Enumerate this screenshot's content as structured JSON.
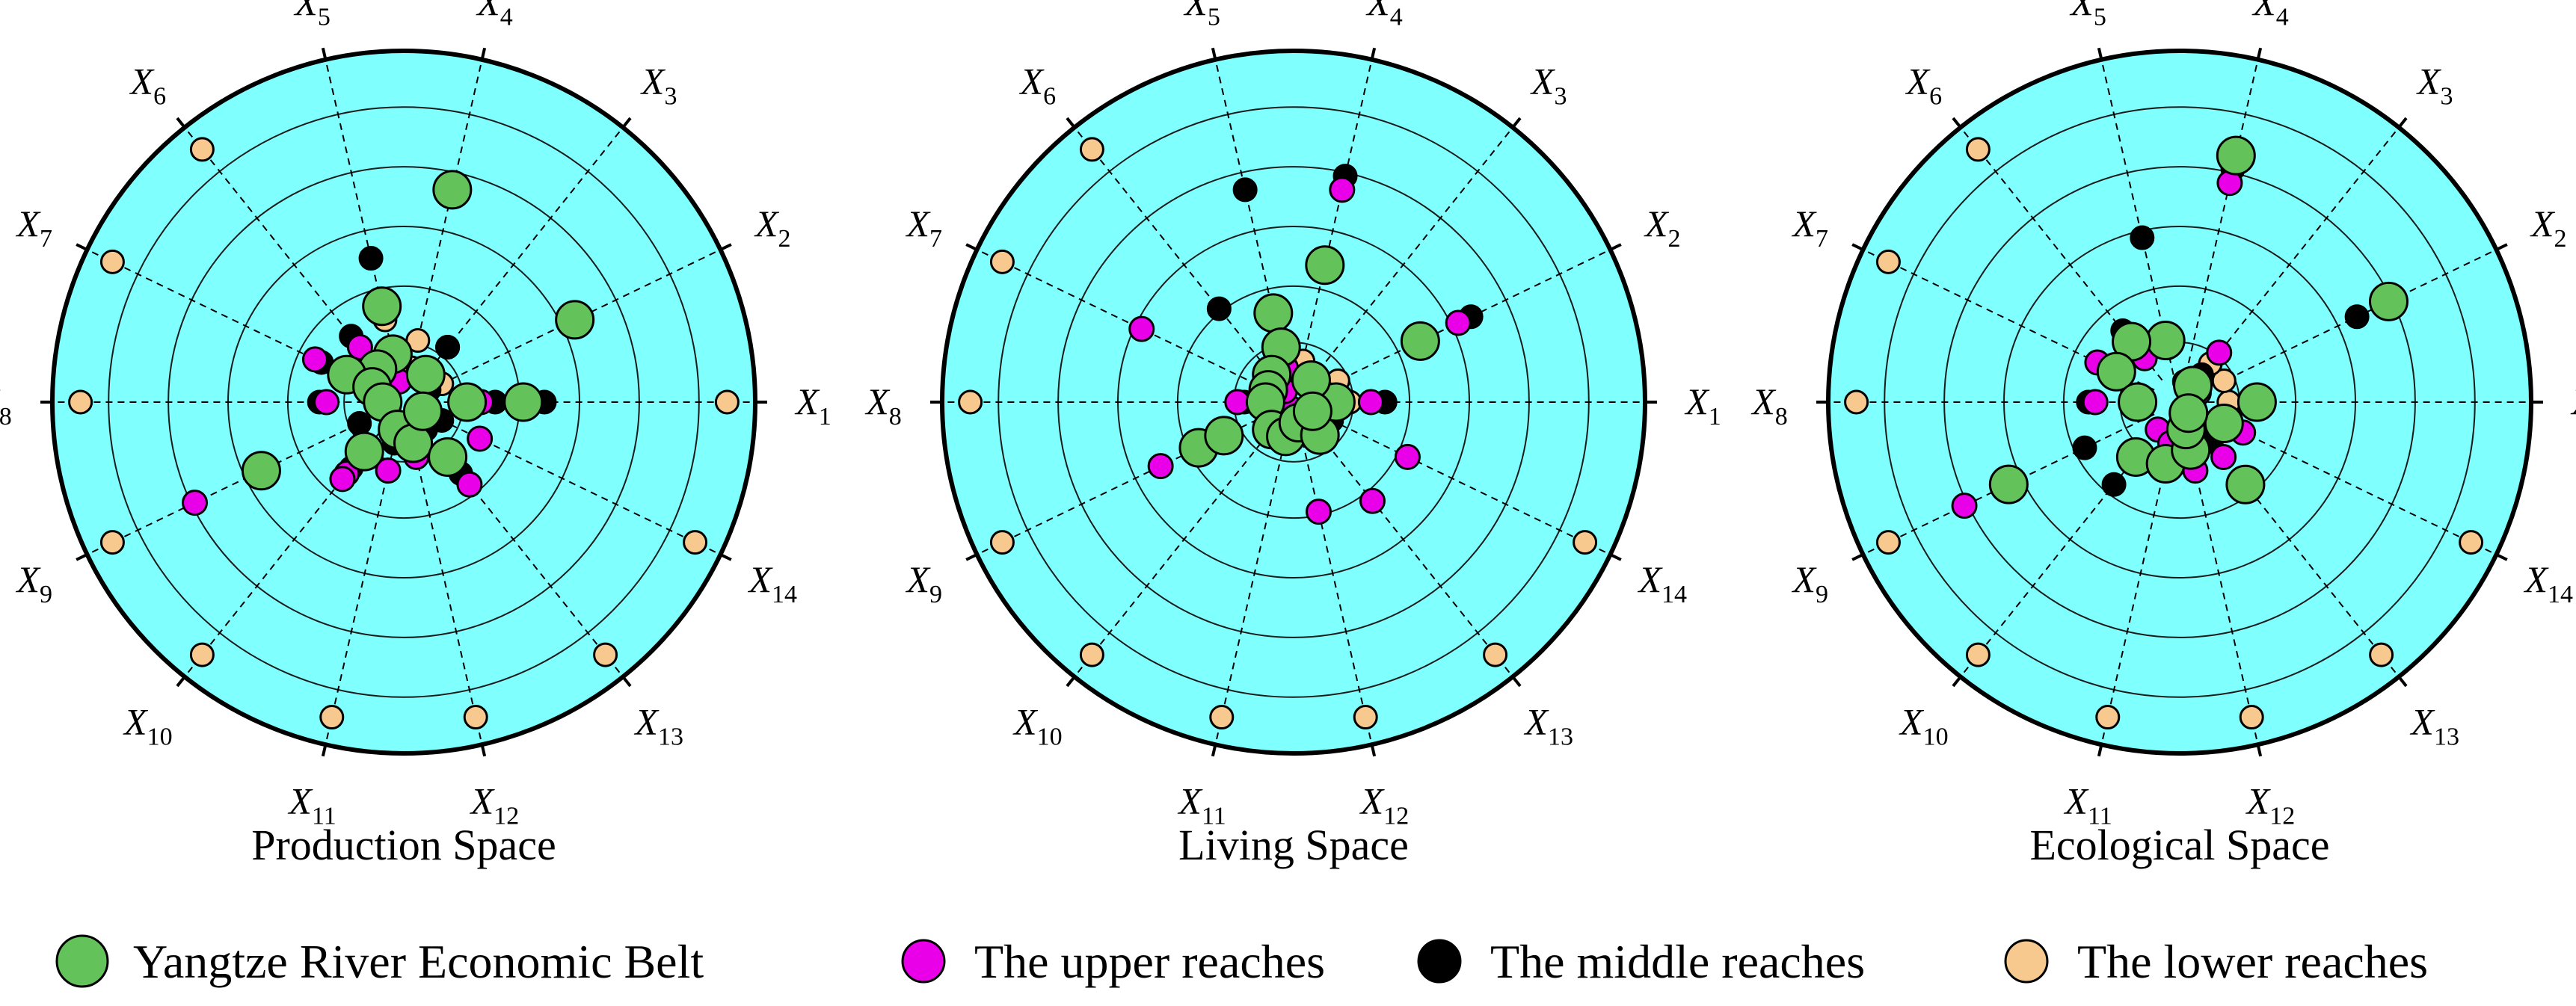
{
  "chart_data": {
    "type": "scatter",
    "coordinate_system": "polar",
    "axis_labels": [
      "X1",
      "X2",
      "X3",
      "X4",
      "X5",
      "X6",
      "X7",
      "X8",
      "X9",
      "X10",
      "X11",
      "X12",
      "X13",
      "X14"
    ],
    "axis_label_base": "X",
    "axis_label_subscripts": [
      "1",
      "2",
      "3",
      "4",
      "5",
      "6",
      "7",
      "8",
      "9",
      "10",
      "11",
      "12",
      "13",
      "14"
    ],
    "colors": {
      "background": "#80FFFF",
      "group_0": "#63C35A",
      "group_1": "#E900E9",
      "group_2": "#000000",
      "group_3": "#F7C98E"
    },
    "legend": {
      "placement": "bottom",
      "entries": [
        {
          "key": "yangtze",
          "label": "Yangtze River Economic Belt",
          "color": "#63C35A"
        },
        {
          "key": "upper",
          "label": "The upper reaches",
          "color": "#E900E9"
        },
        {
          "key": "middle",
          "label": "The middle reaches",
          "color": "#000000"
        },
        {
          "key": "lower",
          "label": "The lower reaches",
          "color": "#F7C98E"
        }
      ]
    },
    "panels": [
      {
        "title": "Production Space",
        "series": [
          {
            "name": "Yangtze River Economic Belt",
            "points": [
              [
                1,
                0.34
              ],
              [
                1,
                0.18
              ],
              [
                2,
                0.54
              ],
              [
                3,
                0.1
              ],
              [
                4,
                0.62
              ],
              [
                5,
                0.28
              ],
              [
                5,
                0.14
              ],
              [
                6,
                0.12
              ],
              [
                7,
                0.18
              ],
              [
                7,
                0.1
              ],
              [
                8,
                0.06
              ],
              [
                9,
                0.45
              ],
              [
                10,
                0.18
              ],
              [
                11,
                0.08
              ],
              [
                12,
                0.12
              ],
              [
                13,
                0.2
              ],
              [
                14,
                0.06
              ]
            ]
          },
          {
            "name": "The upper reaches",
            "points": [
              [
                1,
                0.34
              ],
              [
                1,
                0.22
              ],
              [
                2,
                0.54
              ],
              [
                4,
                0.63
              ],
              [
                5,
                0.14
              ],
              [
                6,
                0.2
              ],
              [
                7,
                0.28
              ],
              [
                8,
                0.22
              ],
              [
                9,
                0.66
              ],
              [
                10,
                0.26
              ],
              [
                10,
                0.28
              ],
              [
                11,
                0.2
              ],
              [
                12,
                0.16
              ],
              [
                13,
                0.3
              ],
              [
                14,
                0.24
              ],
              [
                5,
                0.06
              ]
            ]
          },
          {
            "name": "The middle reaches",
            "points": [
              [
                1,
                0.4
              ],
              [
                1,
                0.26
              ],
              [
                2,
                0.56
              ],
              [
                3,
                0.2
              ],
              [
                4,
                0.6
              ],
              [
                5,
                0.42
              ],
              [
                6,
                0.24
              ],
              [
                7,
                0.26
              ],
              [
                8,
                0.24
              ],
              [
                9,
                0.14
              ],
              [
                10,
                0.24
              ],
              [
                11,
                0.12
              ],
              [
                12,
                0.1
              ],
              [
                13,
                0.26
              ],
              [
                14,
                0.12
              ],
              [
                13,
                0.1
              ],
              [
                2,
                0.08
              ]
            ]
          },
          {
            "name": "The lower reaches",
            "points": [
              [
                1,
                0.92
              ],
              [
                2,
                0.12
              ],
              [
                3,
                0.2
              ],
              [
                4,
                0.1
              ],
              [
                5,
                0.24
              ],
              [
                6,
                0.92
              ],
              [
                7,
                0.92
              ],
              [
                8,
                0.92
              ],
              [
                9,
                0.92
              ],
              [
                10,
                0.92
              ],
              [
                11,
                0.92
              ],
              [
                12,
                0.92
              ],
              [
                13,
                0.92
              ],
              [
                14,
                0.92
              ],
              [
                4,
                0.18
              ],
              [
                5,
                0.1
              ]
            ]
          }
        ]
      },
      {
        "title": "Living Space",
        "series": [
          {
            "name": "Yangtze River Economic Belt",
            "points": [
              [
                1,
                0.1
              ],
              [
                1,
                0.12
              ],
              [
                2,
                0.4
              ],
              [
                3,
                0.08
              ],
              [
                4,
                0.4
              ],
              [
                5,
                0.26
              ],
              [
                5,
                0.16
              ],
              [
                6,
                0.1
              ],
              [
                7,
                0.08
              ],
              [
                8,
                0.08
              ],
              [
                9,
                0.3
              ],
              [
                9,
                0.22
              ],
              [
                10,
                0.1
              ],
              [
                11,
                0.1
              ],
              [
                12,
                0.06
              ],
              [
                13,
                0.12
              ],
              [
                14,
                0.06
              ]
            ]
          },
          {
            "name": "The upper reaches",
            "points": [
              [
                1,
                0.22
              ],
              [
                2,
                0.52
              ],
              [
                3,
                0.08
              ],
              [
                4,
                0.62
              ],
              [
                5,
                0.1
              ],
              [
                6,
                0.1
              ],
              [
                7,
                0.48
              ],
              [
                8,
                0.16
              ],
              [
                9,
                0.42
              ],
              [
                10,
                0.1
              ],
              [
                11,
                0.02
              ],
              [
                12,
                0.32
              ],
              [
                13,
                0.36
              ],
              [
                14,
                0.36
              ],
              [
                6,
                0.04
              ]
            ]
          },
          {
            "name": "The middle reaches",
            "points": [
              [
                1,
                0.26
              ],
              [
                2,
                0.56
              ],
              [
                3,
                0.08
              ],
              [
                4,
                0.66
              ],
              [
                5,
                0.62
              ],
              [
                6,
                0.34
              ],
              [
                7,
                0.1
              ],
              [
                8,
                0.14
              ],
              [
                9,
                0.3
              ],
              [
                10,
                0.1
              ],
              [
                11,
                0.06
              ],
              [
                12,
                0.04
              ],
              [
                13,
                0.1
              ],
              [
                14,
                0.12
              ],
              [
                1,
                0.06
              ]
            ]
          },
          {
            "name": "The lower reaches",
            "points": [
              [
                1,
                0.16
              ],
              [
                2,
                0.14
              ],
              [
                3,
                0.08
              ],
              [
                4,
                0.12
              ],
              [
                5,
                0.28
              ],
              [
                6,
                0.92
              ],
              [
                7,
                0.92
              ],
              [
                8,
                0.92
              ],
              [
                9,
                0.92
              ],
              [
                10,
                0.92
              ],
              [
                11,
                0.92
              ],
              [
                12,
                0.92
              ],
              [
                13,
                0.92
              ],
              [
                14,
                0.92
              ],
              [
                5,
                0.08
              ]
            ]
          }
        ]
      },
      {
        "title": "Ecological Space",
        "series": [
          {
            "name": "Yangtze River Economic Belt",
            "points": [
              [
                1,
                0.22
              ],
              [
                2,
                0.66
              ],
              [
                3,
                0.06
              ],
              [
                4,
                0.72
              ],
              [
                5,
                0.18
              ],
              [
                6,
                0.22
              ],
              [
                7,
                0.2
              ],
              [
                8,
                0.12
              ],
              [
                9,
                0.54
              ],
              [
                10,
                0.2
              ],
              [
                11,
                0.18
              ],
              [
                12,
                0.14
              ],
              [
                13,
                0.3
              ],
              [
                14,
                0.14
              ],
              [
                12,
                0.08
              ],
              [
                13,
                0.04
              ]
            ]
          },
          {
            "name": "The upper reaches",
            "points": [
              [
                1,
                0.22
              ],
              [
                2,
                0.06
              ],
              [
                3,
                0.18
              ],
              [
                4,
                0.64
              ],
              [
                5,
                0.16
              ],
              [
                6,
                0.16
              ],
              [
                7,
                0.26
              ],
              [
                8,
                0.24
              ],
              [
                9,
                0.68
              ],
              [
                10,
                0.1
              ],
              [
                11,
                0.12
              ],
              [
                12,
                0.2
              ],
              [
                13,
                0.2
              ],
              [
                14,
                0.2
              ]
            ]
          },
          {
            "name": "The middle reaches",
            "points": [
              [
                1,
                0.2
              ],
              [
                2,
                0.56
              ],
              [
                3,
                0.1
              ],
              [
                4,
                0.68
              ],
              [
                5,
                0.48
              ],
              [
                6,
                0.26
              ],
              [
                7,
                0.18
              ],
              [
                8,
                0.26
              ],
              [
                9,
                0.3
              ],
              [
                10,
                0.3
              ],
              [
                11,
                0.16
              ],
              [
                12,
                0.08
              ],
              [
                13,
                0.14
              ],
              [
                14,
                0.12
              ],
              [
                12,
                0.04
              ]
            ]
          },
          {
            "name": "The lower reaches",
            "points": [
              [
                1,
                0.14
              ],
              [
                2,
                0.14
              ],
              [
                3,
                0.14
              ],
              [
                4,
                0.06
              ],
              [
                5,
                0.18
              ],
              [
                6,
                0.92
              ],
              [
                7,
                0.92
              ],
              [
                8,
                0.92
              ],
              [
                9,
                0.92
              ],
              [
                10,
                0.92
              ],
              [
                11,
                0.92
              ],
              [
                12,
                0.92
              ],
              [
                13,
                0.92
              ],
              [
                14,
                0.92
              ],
              [
                12,
                0.1
              ]
            ]
          }
        ]
      }
    ]
  }
}
